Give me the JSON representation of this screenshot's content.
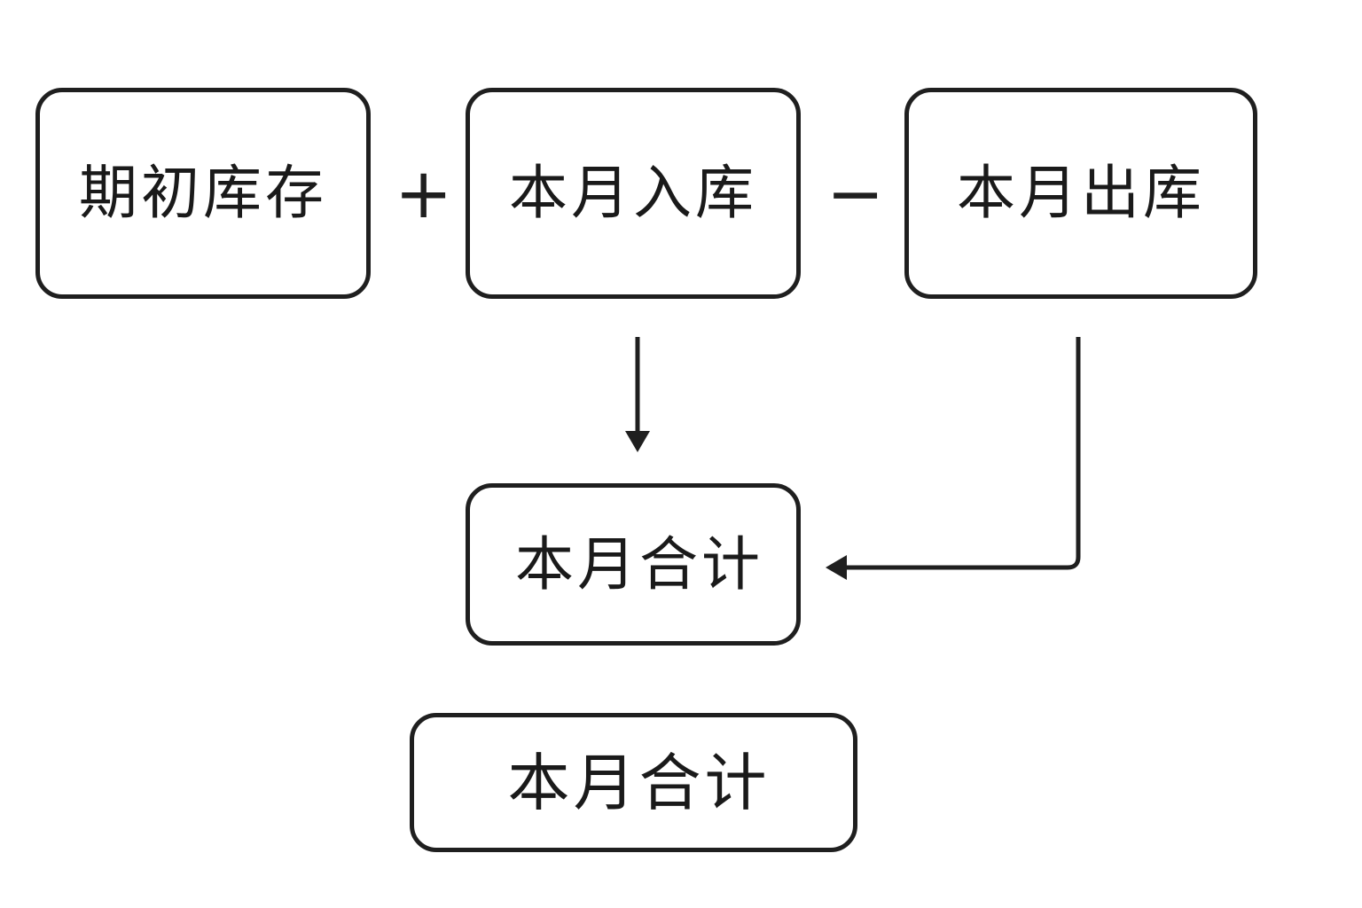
{
  "boxes": {
    "opening_stock": "期初库存",
    "inbound": "本月入库",
    "outbound": "本月出库",
    "monthly_total": "本月合计",
    "monthly_total_2": "本月合计"
  },
  "operators": {
    "plus": "+",
    "minus": "−"
  },
  "colors": {
    "stroke": "#1f1f1f",
    "background": "#ffffff"
  }
}
